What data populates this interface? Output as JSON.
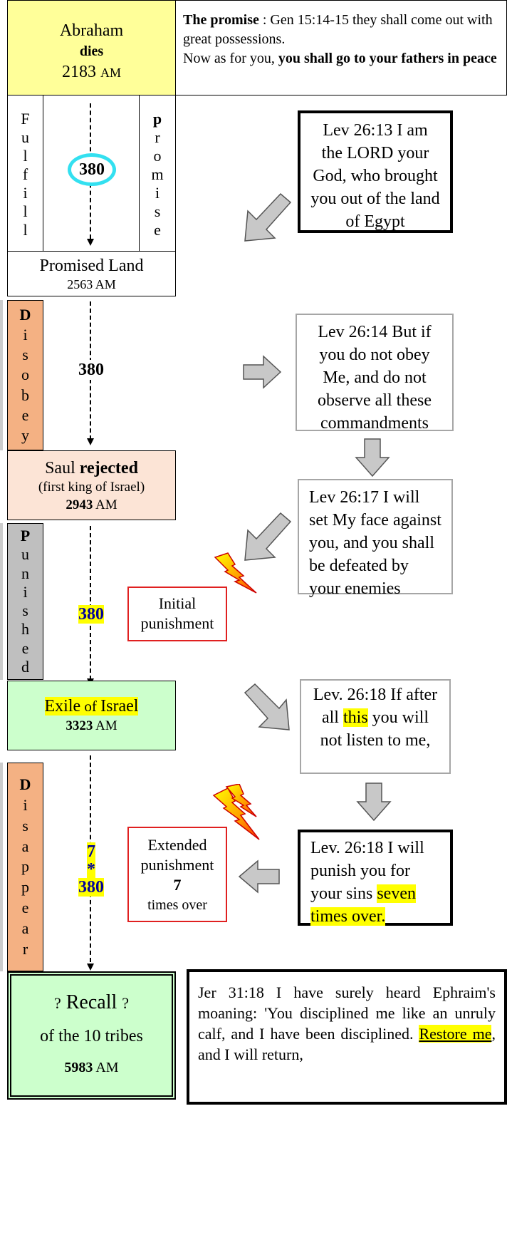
{
  "abraham": {
    "name": "Abraham",
    "status": "dies",
    "year": "2183",
    "unit": "AM"
  },
  "promise": {
    "label": "The promise",
    "ref": " : Gen 15:14-15  they shall come out with great possessions.",
    "line2": "Now as for you, ",
    "bold": "you shall go to your fathers in peace"
  },
  "fulfill": {
    "letters": [
      "F",
      "u",
      "l",
      "f",
      "i",
      "l",
      "l"
    ]
  },
  "promise_side": {
    "letters": [
      "p",
      "r",
      "o",
      "m",
      "i",
      "s",
      "e"
    ]
  },
  "span1": "380",
  "lev1": "Lev 26:13 I am the LORD your God, who brought you out of the  land of Egypt",
  "promised_land": {
    "name": "Promised Land",
    "year": "2563",
    "unit": "AM"
  },
  "disobey": {
    "letters": [
      "D",
      "i",
      "s",
      "o",
      "b",
      "e",
      "y"
    ]
  },
  "span2": "380",
  "lev2": "Lev 26:14 But if you do not obey Me, and do not observe all these commandments",
  "saul": {
    "name": "Saul ",
    "bold": "rejected",
    "note": "(first king of Israel)",
    "year": "2943",
    "unit": "AM"
  },
  "lev3": "Lev 26:17 I will set My face against you, and you shall be defeated by your enemies",
  "punished": {
    "letters": [
      "P",
      "u",
      "n",
      "i",
      "s",
      "h",
      "e",
      "d"
    ]
  },
  "span3": "380",
  "initial": {
    "line1": "Initial",
    "line2": "punishment"
  },
  "exile": {
    "a": "Exile",
    "b": " of ",
    "c": "Israel",
    "year": "3323",
    "unit": "AM"
  },
  "lev4": {
    "a": "Lev. 26:18 If after all ",
    "hl": "this",
    "b": " you will not listen to me,"
  },
  "disappear": {
    "letters": [
      "D",
      "i",
      "s",
      "a",
      "p",
      "p",
      "e",
      "a",
      "r"
    ]
  },
  "span4": {
    "mult": "7",
    "op": "*",
    "val": "380"
  },
  "extended": {
    "line1": "Extended",
    "line2": "punishment",
    "num": "7",
    "line3": "times over"
  },
  "lev5": {
    "a": "Lev. 26:18 I will punish you for your sins ",
    "hl": " seven times over."
  },
  "recall": {
    "q1": "?",
    "word": " Recall ",
    "q2": "?",
    "line2": "of the 10 tribes",
    "year": "5983",
    "unit": "AM"
  },
  "jer": {
    "text": "Jer 31:18 I have surely heard Ephraim's moaning: 'You disciplined me like an unruly calf, and I have been disciplined. ",
    "link": "Restore me",
    "end": ", and I will return,"
  }
}
